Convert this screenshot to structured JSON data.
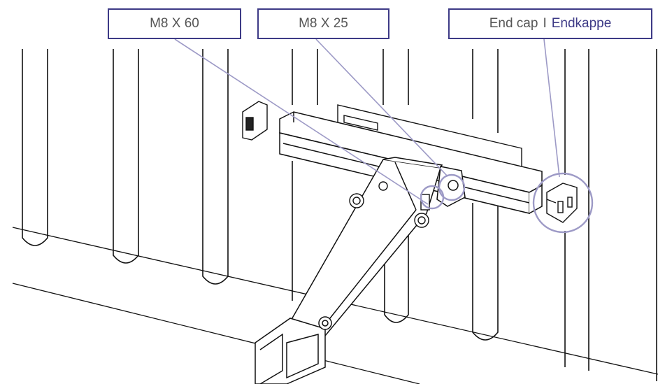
{
  "labels": {
    "m8x60": "M8 X 60",
    "m8x25": "M8 X 25",
    "end_cap_en": "End cap",
    "separator": "I",
    "end_cap_de": "Endkappe"
  },
  "colors": {
    "callout_border": "#3d3a86",
    "callout_line": "#9d9ac6",
    "callout_circle": "#9d9ac6",
    "label_text": "#555555",
    "label_text_german": "#3d3a86",
    "drawing_line": "#111111"
  }
}
